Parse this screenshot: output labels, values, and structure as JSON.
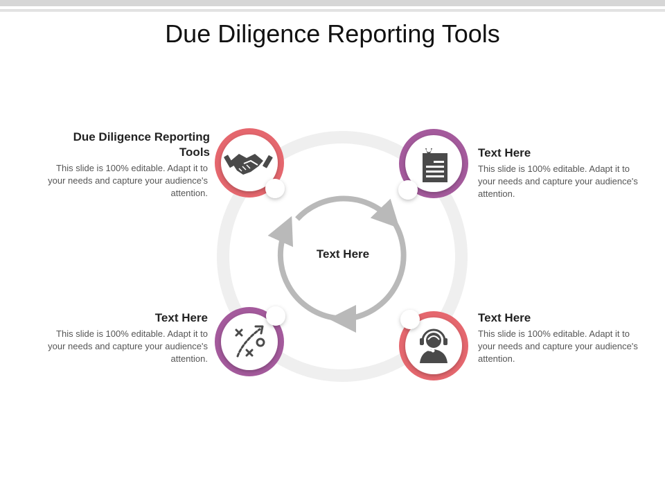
{
  "title": "Due Diligence Reporting Tools",
  "center_label": "Text Here",
  "colors": {
    "coral": "#e5676e",
    "purple": "#a45a9c",
    "ring": "#efefef",
    "arrows": "#b9b9b9",
    "icon": "#4a4a4a"
  },
  "items": [
    {
      "heading": "Due Diligence Reporting Tools",
      "body": "This slide is 100% editable. Adapt it to your needs and capture your audience's attention.",
      "icon": "handshake-icon"
    },
    {
      "heading": "Text Here",
      "body": "This slide is 100% editable. Adapt it to your needs and capture your audience's attention.",
      "icon": "document-icon"
    },
    {
      "heading": "Text Here",
      "body": "This slide is 100% editable. Adapt it to your needs and capture your audience's attention.",
      "icon": "strategy-icon"
    },
    {
      "heading": "Text Here",
      "body": "This slide is 100% editable. Adapt it to your needs and capture your audience's attention.",
      "icon": "support-agent-icon"
    }
  ]
}
